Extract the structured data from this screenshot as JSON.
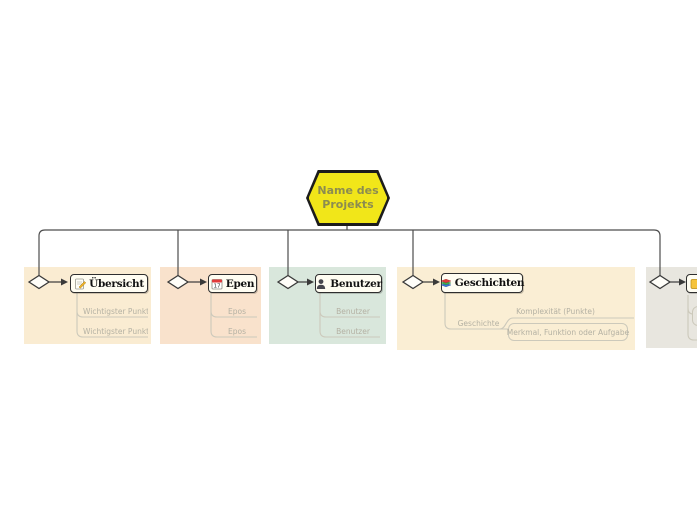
{
  "canvas": {
    "background": "#ffffff"
  },
  "root": {
    "label": "Name des Projekts",
    "fill": "#f1e619",
    "border_color": "#1c1c1c",
    "text_color": "#8c8c50"
  },
  "connector_color": "#4d4d4d",
  "branch_line_color": "#ccc9bb",
  "groups": [
    {
      "title": "Übersicht",
      "icon": "memo-icon",
      "bg": "#faecd2",
      "items": [
        "Wichtigster Punkt",
        "Wichtigster Punkt"
      ]
    },
    {
      "title": "Epen",
      "icon": "calendar-icon",
      "calendar_day": "17",
      "bg": "#f9e2cc",
      "items": [
        "Epos",
        "Epos"
      ]
    },
    {
      "title": "Benutzer",
      "icon": "user-icon",
      "bg": "#d9e7dc",
      "items": [
        "Benutzer",
        "Benutzer"
      ]
    },
    {
      "title": "Geschichten",
      "icon": "books-icon",
      "bg": "#faeed4",
      "branch": {
        "label": "Geschichte",
        "children": [
          {
            "label": "Komplexität (Punkte)",
            "style": "underline"
          },
          {
            "label": "Merkmal, Funktion oder Aufgabe",
            "style": "box"
          }
        ]
      }
    },
    {
      "title": "",
      "icon": "clipped-topic-icon",
      "bg": "#e8e6df",
      "items": []
    }
  ]
}
